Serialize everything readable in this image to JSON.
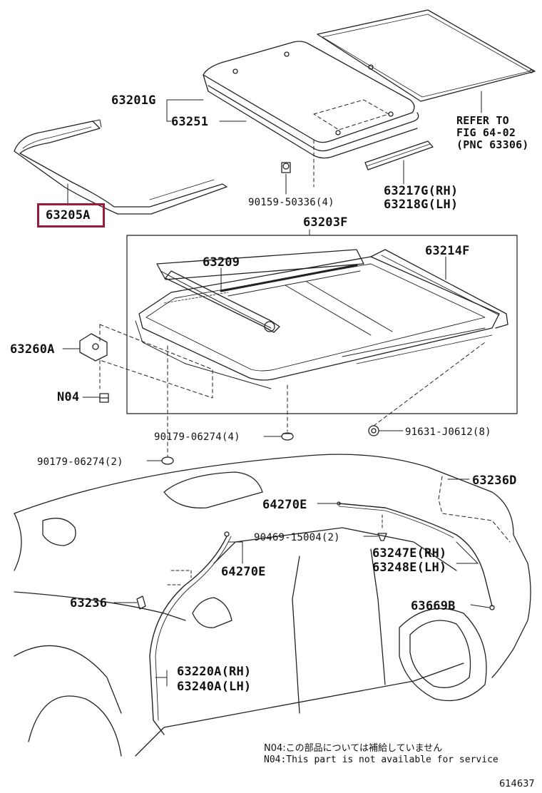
{
  "labels": {
    "p63201G": "63201G",
    "p63251": "63251",
    "ref1": "REFER TO",
    "ref2": "FIG 64-02",
    "ref3": "(PNC 63306)",
    "p90159": "90159-50336(4)",
    "p63217G": "63217G(RH)",
    "p63218G": "63218G(LH)",
    "p63205A": "63205A",
    "p63203F": "63203F",
    "p63209": "63209",
    "p63214F": "63214F",
    "p63260A": "63260A",
    "pN04": "N04",
    "p90179a": "90179-06274(4)",
    "p91631": "91631-J0612(8)",
    "p90179b": "90179-06274(2)",
    "p63236D": "63236D",
    "p64270Ea": "64270E",
    "p90469": "90469-15004(2)",
    "p63247E": "63247E(RH)",
    "p63248E": "63248E(LH)",
    "p64270Eb": "64270E",
    "p63236": "63236",
    "p63669B": "63669B",
    "p63220A": "63220A(RH)",
    "p63240A": "63240A(LH)"
  },
  "notes": {
    "jp": "N04:この部品については補給していません",
    "en": "N04:This part is not available for service"
  },
  "figure_number": "614637",
  "highlight_color": "#9b1b3c"
}
